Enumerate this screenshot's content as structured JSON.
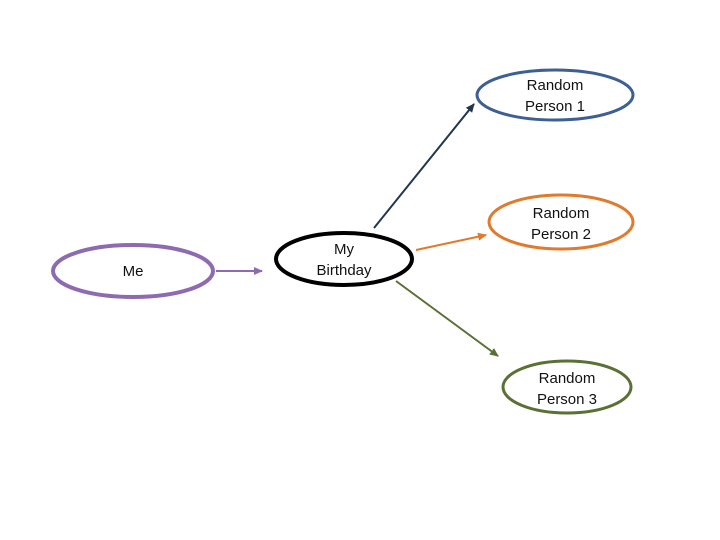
{
  "nodes": {
    "me": {
      "label": "Me",
      "color": "#8e6bb0"
    },
    "birthday": {
      "line1": "My",
      "line2": "Birthday",
      "color": "#000000"
    },
    "person1": {
      "line1": "Random",
      "line2": "Person 1",
      "color": "#3d5f94"
    },
    "person2": {
      "line1": "Random",
      "line2": "Person 2",
      "color": "#e07a2c"
    },
    "person3": {
      "line1": "Random",
      "line2": "Person 3",
      "color": "#5a7034"
    }
  },
  "edges": [
    {
      "from": "me",
      "to": "birthday",
      "color": "#8e6bb0"
    },
    {
      "from": "birthday",
      "to": "person1",
      "color": "#1f3550"
    },
    {
      "from": "birthday",
      "to": "person2",
      "color": "#e07a2c"
    },
    {
      "from": "birthday",
      "to": "person3",
      "color": "#5a7034"
    }
  ]
}
